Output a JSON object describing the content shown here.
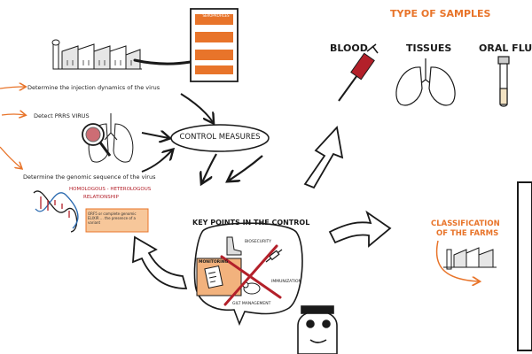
{
  "texts": {
    "injection_dynamics": "Determine the injection dynamics of the virus",
    "detect_prrs": "Detect PRRS VIRUS",
    "genomic_sequence": "Determine the genomic sequence of the virus",
    "homologous": "HOMOLOGOUS - HETEROLOGOUS",
    "relationship": "RELATIONSHIP",
    "control_measures": "CONTROL MEASURES",
    "type_of_samples": "TYPE OF SAMPLES",
    "blood": "BLOOD",
    "tissues": "TISSUES",
    "oral_fluid": "ORAL FLUID",
    "key_points": "KEY POINTS IN THE CONTROL",
    "biosecurity": "BIOSECURITY",
    "monitoring": "MONITORING",
    "immunization": "IMMUNIZATION",
    "gilt_management": "GILT MANAGEMENT",
    "classification_line1": "CLASSIFICATION",
    "classification_line2": "OF THE FARMS",
    "note_text": "ORF5 or complete genomic ELIXIR ... the presence of a variant"
  },
  "list_items": [
    "SEROPROFILES",
    "",
    "",
    ""
  ],
  "colors": {
    "accent": "#e8742a",
    "ink": "#1a1a1a",
    "red": "#b3202a"
  }
}
